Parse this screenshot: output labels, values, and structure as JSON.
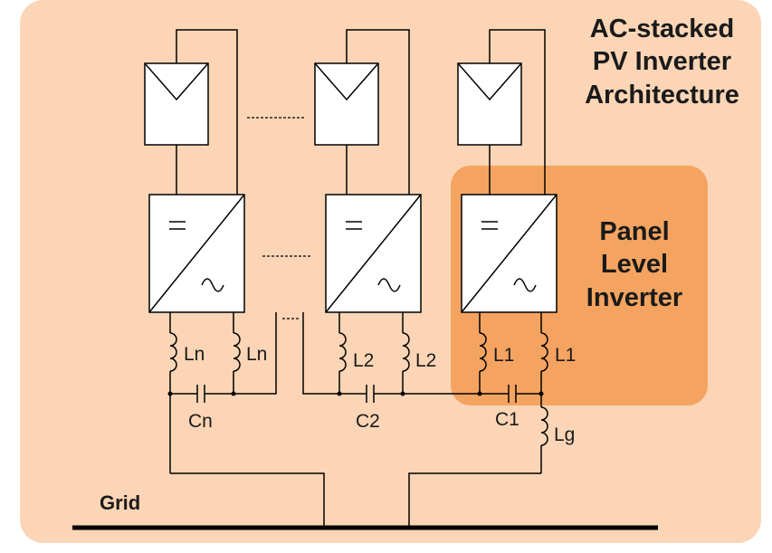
{
  "title": {
    "line1": "AC-stacked",
    "line2": "PV Inverter",
    "line3": "Architecture"
  },
  "highlight": {
    "line1": "Panel",
    "line2": "Level",
    "line3": "Inverter"
  },
  "labels": {
    "ln_left": "Ln",
    "ln_right": "Ln",
    "l2_left": "L2",
    "l2_right": "L2",
    "l1_left": "L1",
    "l1_right": "L1",
    "cn": "Cn",
    "c2": "C2",
    "c1": "C1",
    "lg": "Lg",
    "grid": "Grid"
  },
  "colors": {
    "background": "#fbd5b5",
    "highlight_fill": "#f4a460",
    "wire": "#000000"
  }
}
